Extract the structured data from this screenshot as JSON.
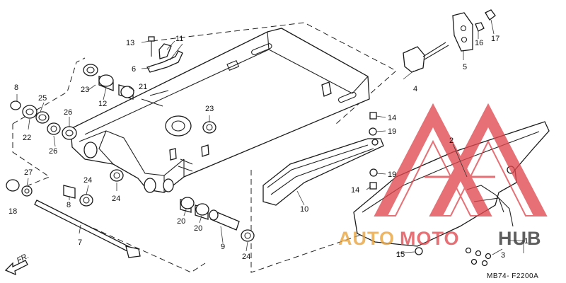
{
  "watermark": {
    "text_auto": "AUTO",
    "text_moto": "MOTO",
    "text_hub": "HUB",
    "color_red": "#e0484f",
    "color_orange": "#e9a23b",
    "color_dark": "#333333"
  },
  "diagram": {
    "code": "MB74- F2200A",
    "direction_label": "FR.",
    "labels": {
      "p1": "1",
      "p2": "2",
      "p3": "3",
      "p4": "4",
      "p5": "5",
      "p6": "6",
      "p7": "7",
      "p8a": "8",
      "p8b": "8",
      "p9": "9",
      "p10": "10",
      "p11": "11",
      "p12": "12",
      "p13": "13",
      "p14a": "14",
      "p14b": "14",
      "p15": "15",
      "p16": "16",
      "p17": "17",
      "p18": "18",
      "p19a": "19",
      "p19b": "19",
      "p20a": "20",
      "p20b": "20",
      "p21": "21",
      "p22": "22",
      "p23a": "23",
      "p23b": "23",
      "p24a": "24",
      "p24b": "24",
      "p24c": "24",
      "p25": "25",
      "p26a": "26",
      "p26b": "26",
      "p27": "27"
    }
  }
}
